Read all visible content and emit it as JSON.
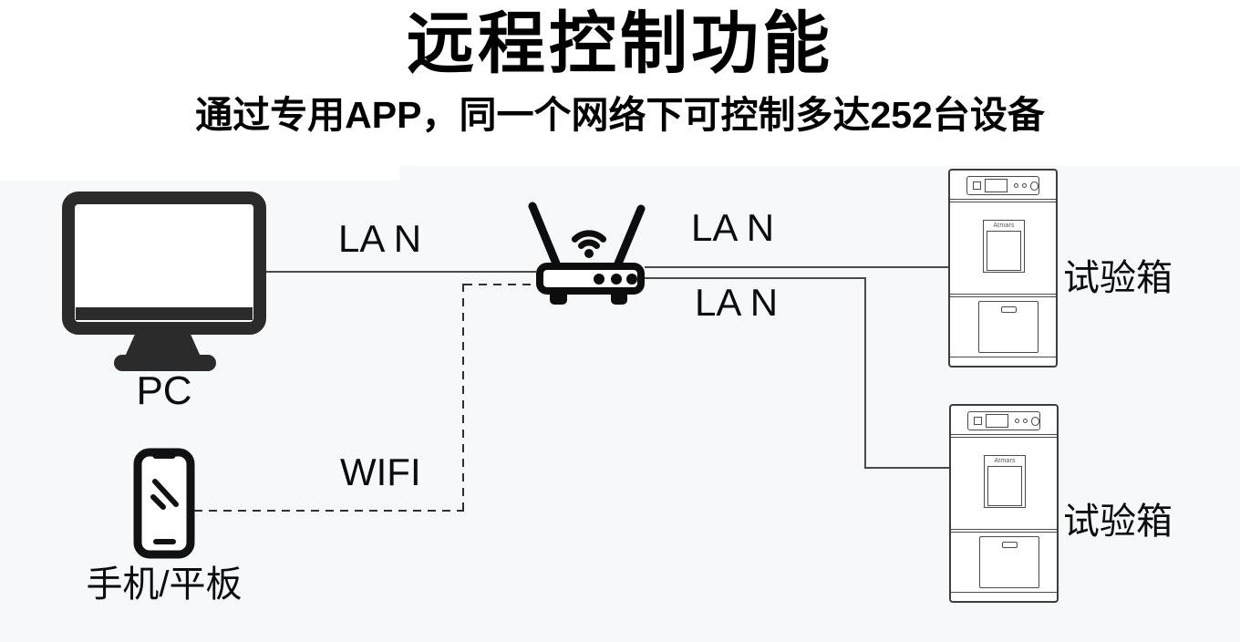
{
  "page": {
    "background_color": "#f7f8fa",
    "line_color": "#4a4a4a",
    "ink_color": "#1a1a1a"
  },
  "header": {
    "title": "远程控制功能",
    "subtitle": "通过专用APP，同一个网络下可控制多达252台设备"
  },
  "nodes": {
    "pc": {
      "label": "PC"
    },
    "phone": {
      "label": "手机/平板"
    },
    "router": {
      "name": "wireless-router"
    },
    "chambers": [
      {
        "label": "试验箱",
        "brand": "Atmars"
      },
      {
        "label": "试验箱",
        "brand": "Atmars"
      }
    ]
  },
  "links": [
    {
      "from": "pc",
      "to": "router",
      "label": "LA N",
      "style": "solid"
    },
    {
      "from": "router",
      "to": "chamber-1",
      "label": "LA N",
      "style": "solid"
    },
    {
      "from": "router",
      "to": "chamber-2",
      "label": "LA N",
      "style": "solid"
    },
    {
      "from": "phone",
      "to": "router",
      "label": "WIFI",
      "style": "dashed"
    }
  ]
}
